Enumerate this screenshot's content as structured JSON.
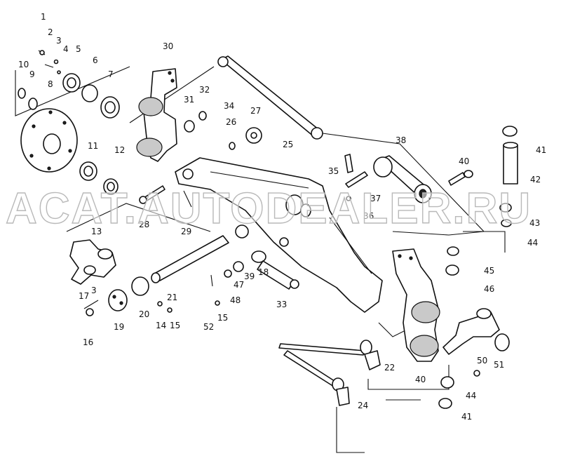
{
  "watermark": "ACAT.AUTODEALER.RU",
  "labels": [
    "1",
    "2",
    "3",
    "4",
    "5",
    "6",
    "7",
    "8",
    "9",
    "10",
    "11",
    "12",
    "13",
    "3",
    "14",
    "15",
    "16",
    "17",
    "19",
    "20",
    "21",
    "52",
    "48",
    "15",
    "47",
    "39",
    "18",
    "33",
    "28",
    "29",
    "25",
    "26",
    "27",
    "30",
    "31",
    "32",
    "34",
    "35",
    "36",
    "37",
    "38",
    "40",
    "41",
    "42",
    "43",
    "44",
    "45",
    "46",
    "22",
    "24",
    "40",
    "44",
    "41",
    "50",
    "51"
  ],
  "colors": {
    "ink": "#111111",
    "paper": "#ffffff",
    "watermark_stroke": "#b9b9b9"
  }
}
